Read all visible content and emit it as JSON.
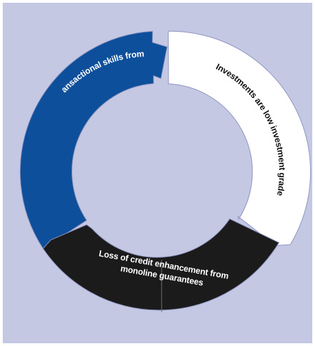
{
  "diagram": {
    "segments": [
      {
        "id": "transactional",
        "label": "Loss of transactional skills from monolines",
        "fill": "#0e4f9c",
        "text_color": "#ffffff"
      },
      {
        "id": "investments",
        "label": "Investments are low investment grade",
        "fill": "#ffffff",
        "text_color": "#111111"
      },
      {
        "id": "credit",
        "label_line1": "Loss of credit enhancement from",
        "label_line2": "monoline guarantees",
        "fill": "#1b1b1b",
        "text_color": "#ffffff"
      }
    ],
    "colors": {
      "background": "#c5c8e3",
      "inner": "#c5c8e3"
    }
  }
}
